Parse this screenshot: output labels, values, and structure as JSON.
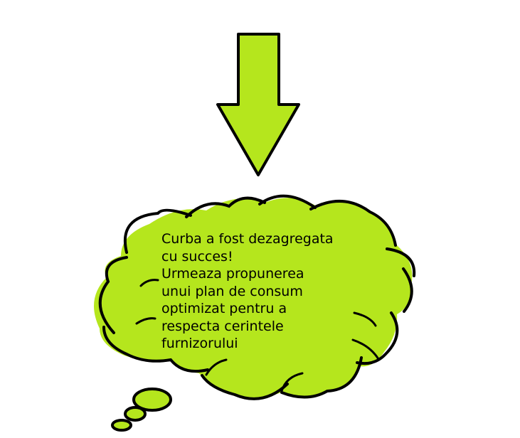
{
  "colors": {
    "fill": "#b5e61d",
    "stroke": "#000000",
    "background": "#ffffff"
  },
  "icons": {
    "arrow": "down-arrow-icon",
    "bubble": "thought-bubble-icon"
  },
  "bubble": {
    "lines": [
      "Curba a fost dezagregata",
      "cu succes!",
      "Urmeaza propunerea",
      "unui plan de consum",
      "optimizat pentru a",
      "respecta cerintele",
      "furnizorului"
    ]
  }
}
